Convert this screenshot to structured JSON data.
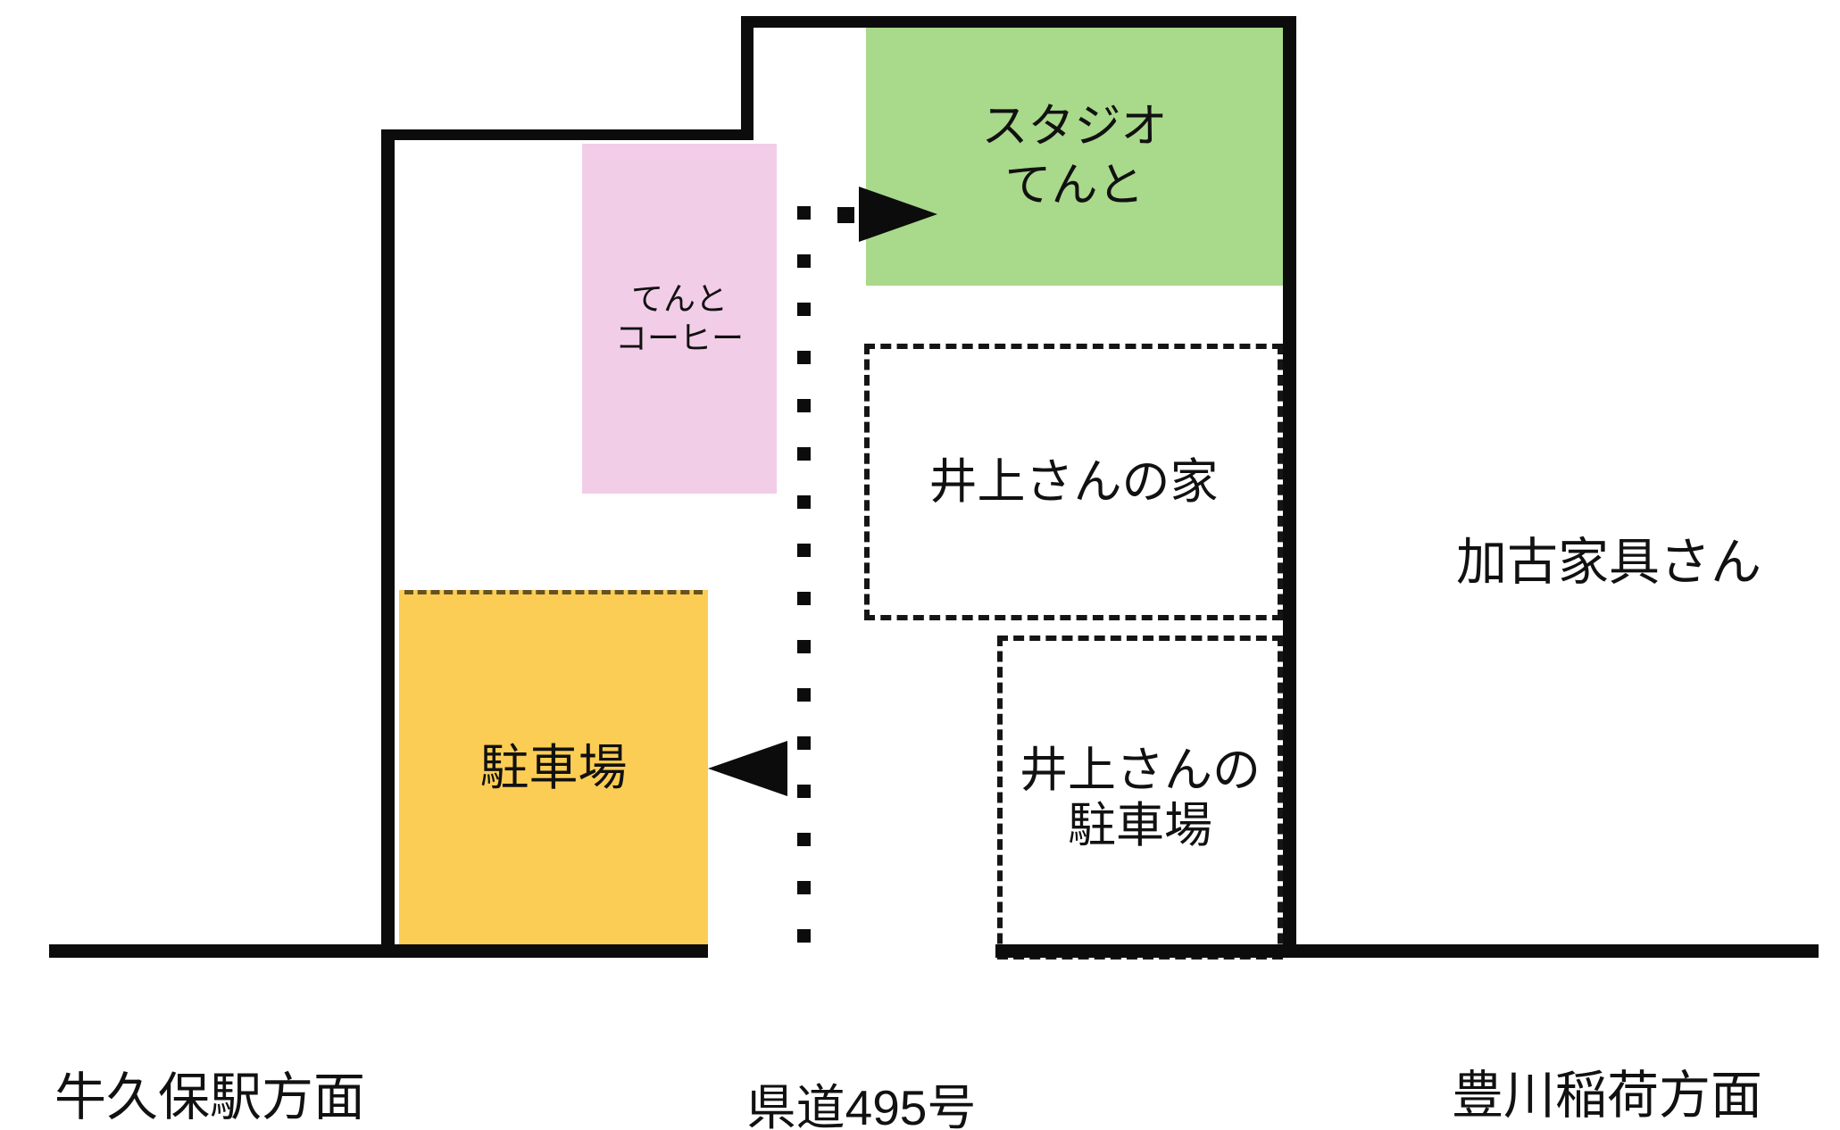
{
  "map": {
    "zones": {
      "studio": {
        "name": "スタジオ\nてんと",
        "color": "#a9d98b"
      },
      "coffee": {
        "name": "てんと\nコーヒー",
        "color": "#f2cde8"
      },
      "parking": {
        "name": "駐車場",
        "color": "#fccd55"
      },
      "inoue_house": {
        "name": "井上さんの家"
      },
      "inoue_parking": {
        "name": "井上さんの\n駐車場"
      }
    },
    "landmarks": {
      "kako_furniture": "加古家具さん"
    },
    "road": {
      "name": "県道495号"
    },
    "directions": {
      "west": "牛久保駅方面",
      "east": "豊川稲荷方面"
    },
    "colors": {
      "walls": "#0c0c0c",
      "dashed_outline": "#151515",
      "background": "#ffffff",
      "text": "#111111"
    }
  }
}
